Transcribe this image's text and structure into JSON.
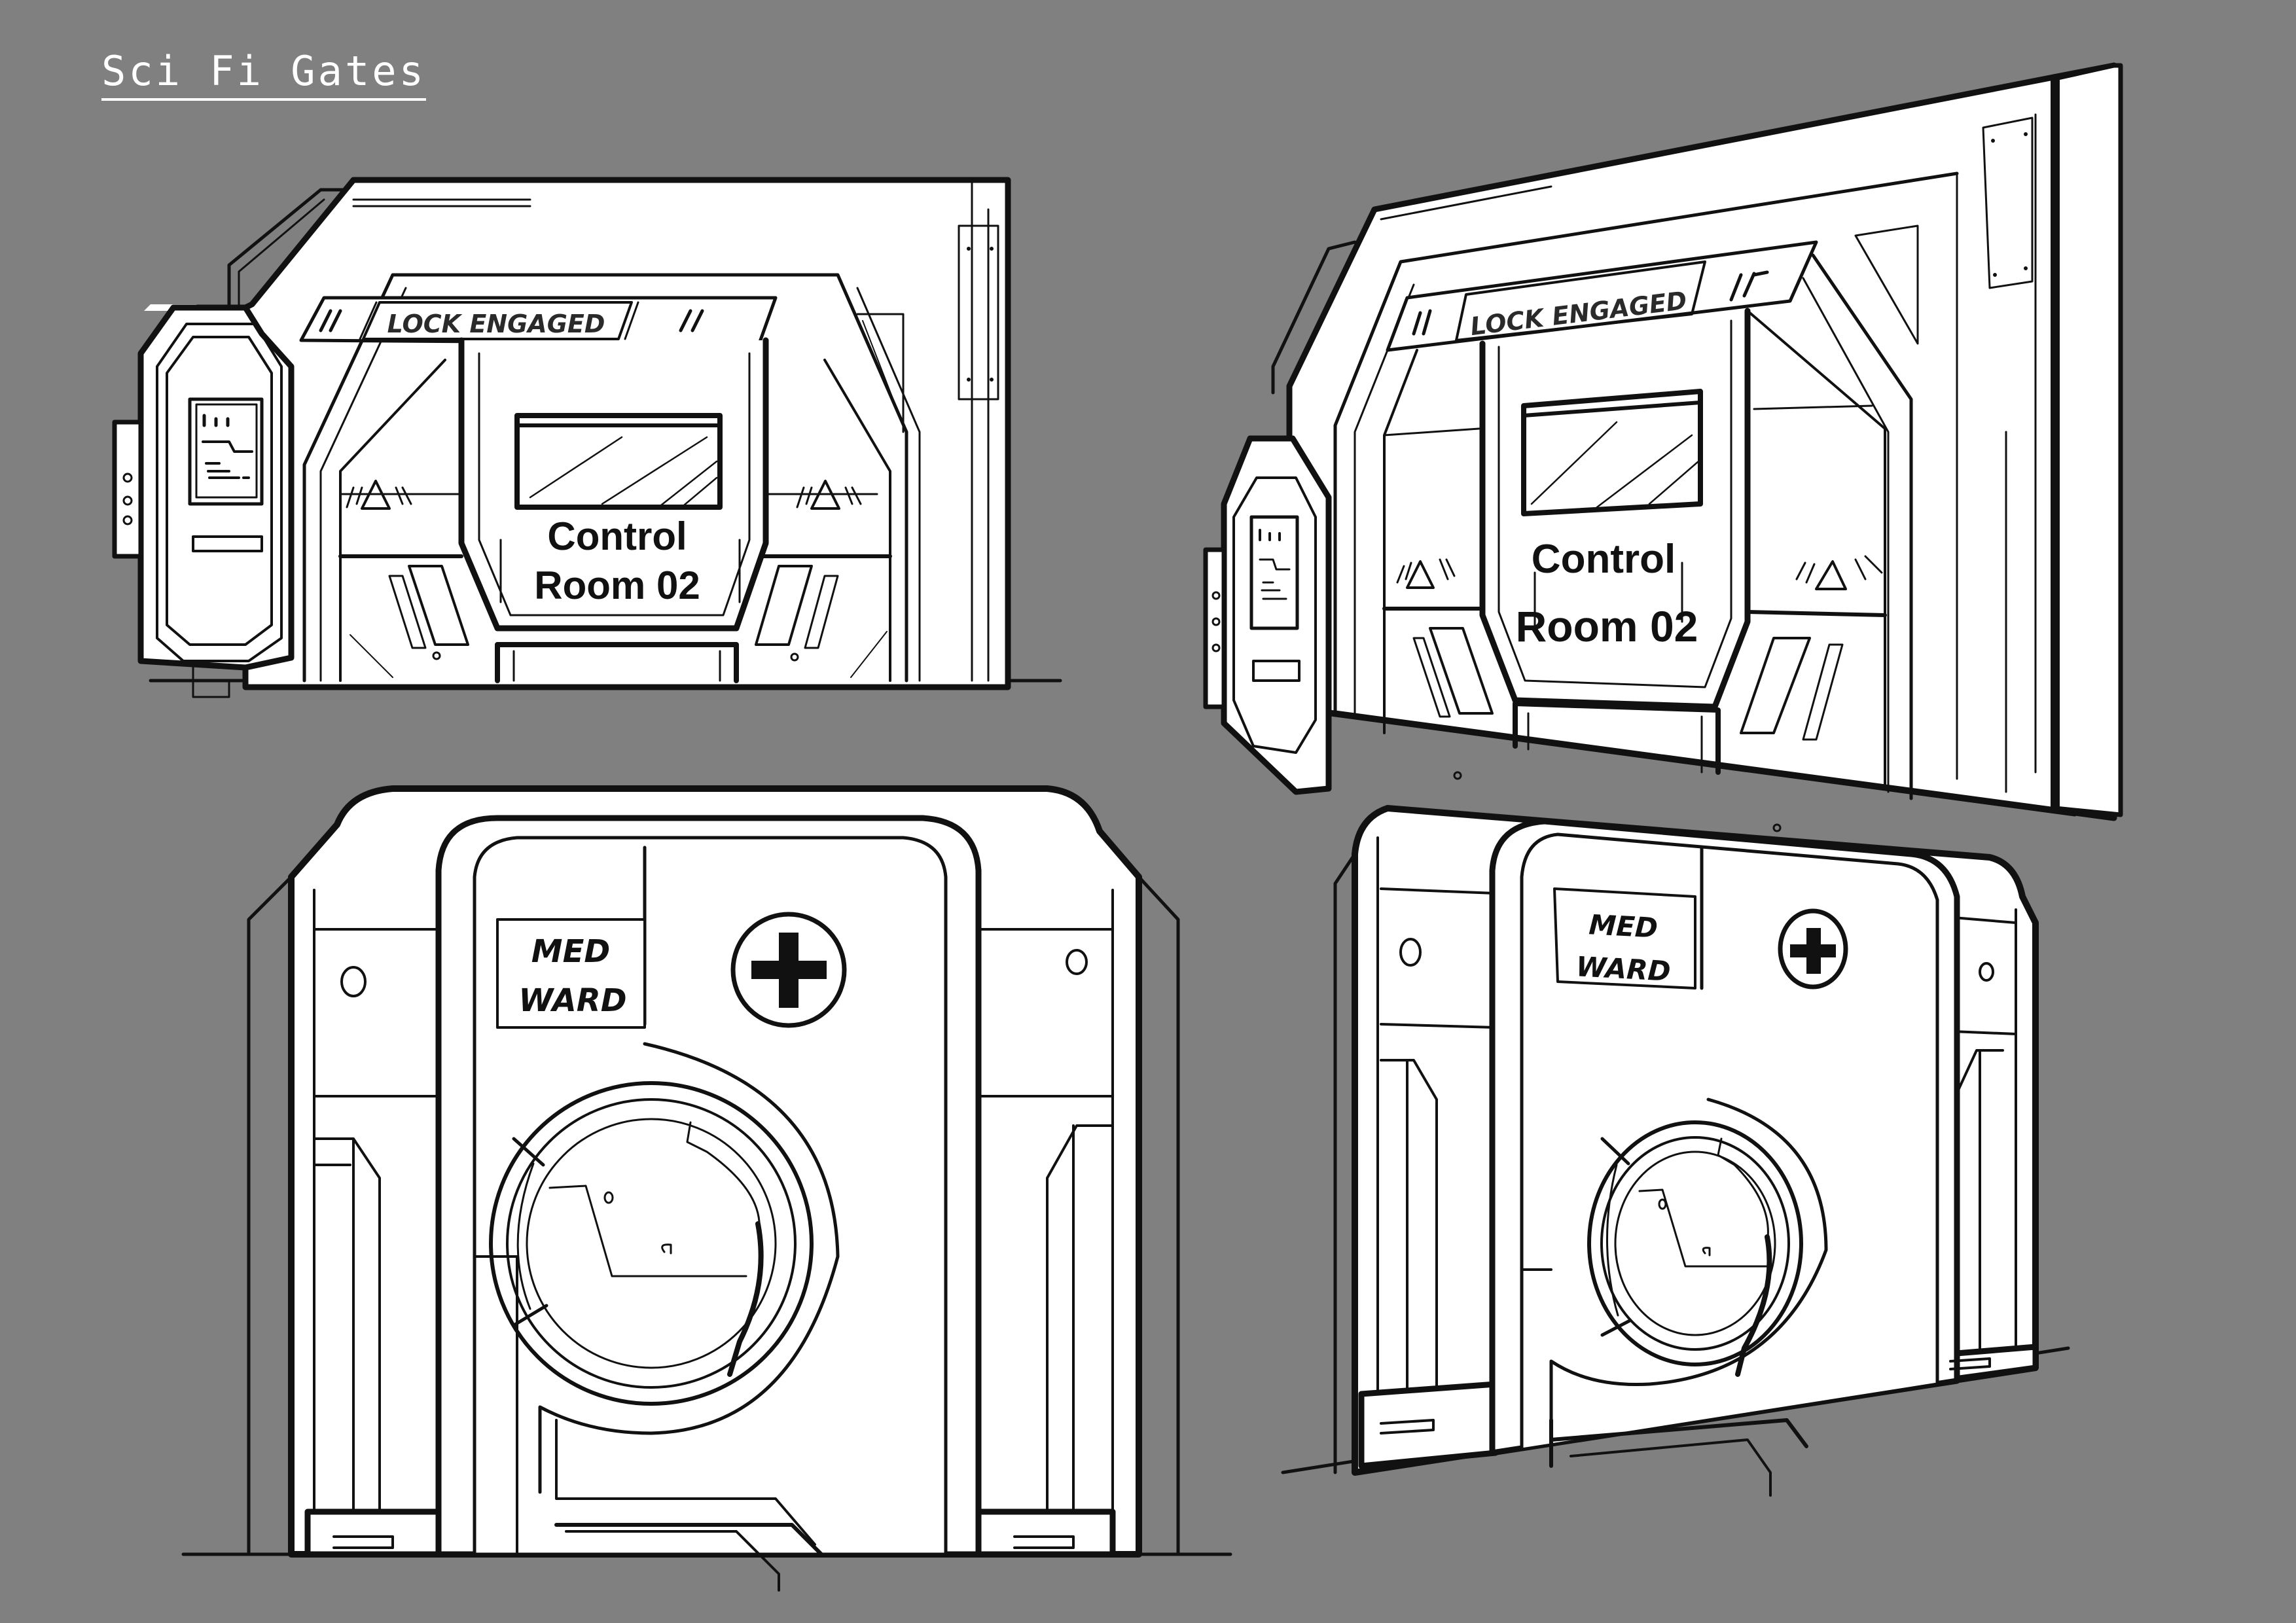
{
  "sheet": {
    "title": "Sci Fi Gates",
    "background_color": "#808080",
    "line_color": "#111111",
    "panel_fill": "#ffffff"
  },
  "gates": [
    {
      "id": "control-room-front",
      "view": "front",
      "header_sign": "LOCK ENGAGED",
      "door_label_line1": "Control",
      "door_label_line2": "Room 02",
      "side_panel": {
        "screen_glyphs": "l n n",
        "icon": "keypad-panel-icon"
      },
      "warning_icon": "warning-triangle-icon"
    },
    {
      "id": "control-room-perspective",
      "view": "perspective",
      "header_sign": "LOCK ENGAGED",
      "door_label_line1": "Control",
      "door_label_line2": "Room 02",
      "side_panel": {
        "screen_glyphs": "l n n",
        "icon": "keypad-panel-icon"
      },
      "warning_icon": "warning-triangle-icon"
    },
    {
      "id": "med-ward-front",
      "view": "front",
      "label_line1": "MED",
      "label_line2": "WARD",
      "emblem": "medical-cross-icon",
      "hatch": "circular-hatch"
    },
    {
      "id": "med-ward-perspective",
      "view": "perspective",
      "label_line1": "MED",
      "label_line2": "WARD",
      "emblem": "medical-cross-icon",
      "hatch": "circular-hatch"
    }
  ]
}
